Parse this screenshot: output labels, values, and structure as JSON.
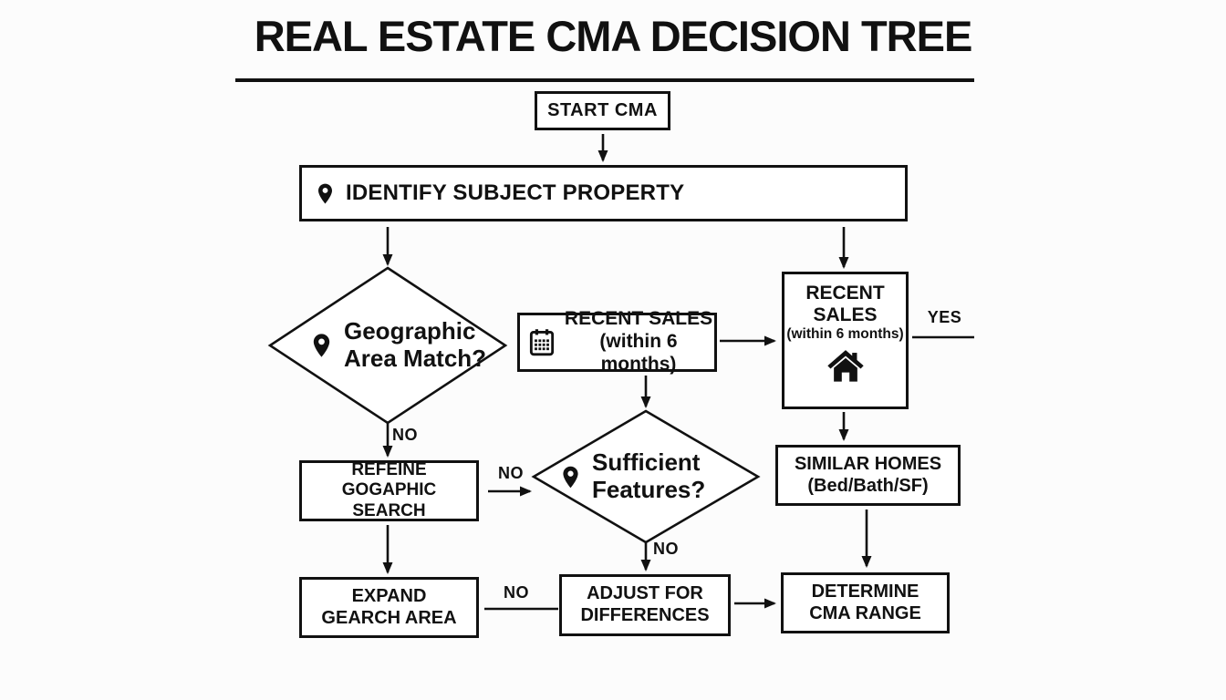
{
  "title": "REAL ESTATE CMA DECISION TREE",
  "nodes": {
    "start": {
      "label": "START CMA"
    },
    "identify": {
      "label": "IDENTIFY SUBJECT PROPERTY",
      "icon": "location-pin"
    },
    "geo_match": {
      "line1": "Geographic",
      "line2": "Area Match?",
      "icon": "location-pin"
    },
    "recent_sales_center": {
      "line1": "RECENT SALES",
      "line2": "(within 6 months)",
      "icon": "calendar"
    },
    "recent_sales_right": {
      "line1": "RECENT",
      "line2": "SALES",
      "line3": "(within 6 months)",
      "icon": "house"
    },
    "similar_homes": {
      "line1": "SIMILAR HOMES",
      "line2": "(Bed/Bath/SF)"
    },
    "sufficient_features": {
      "line1": "Sufficient",
      "line2": "Features?",
      "icon": "location-pin"
    },
    "refine_search": {
      "line1": "REFEINE GOGAPHIC",
      "line2": "SEARCH"
    },
    "expand_area": {
      "line1": "EXPAND",
      "line2": "GEARCH AREA"
    },
    "adjust_differences": {
      "line1": "ADJUST FOR",
      "line2": "DIFFERENCES"
    },
    "determine_range": {
      "line1": "DETERMINE",
      "line2": "CMA RANGE"
    }
  },
  "edge_labels": {
    "yes_right": "YES",
    "no_geo_match": "NO",
    "no_refine_to_features": "NO",
    "no_sufficient_features": "NO",
    "no_expand_to_adjust": "NO"
  },
  "colors": {
    "ink": "#111111",
    "background": "#fcfcfc",
    "node_fill": "#ffffff"
  }
}
